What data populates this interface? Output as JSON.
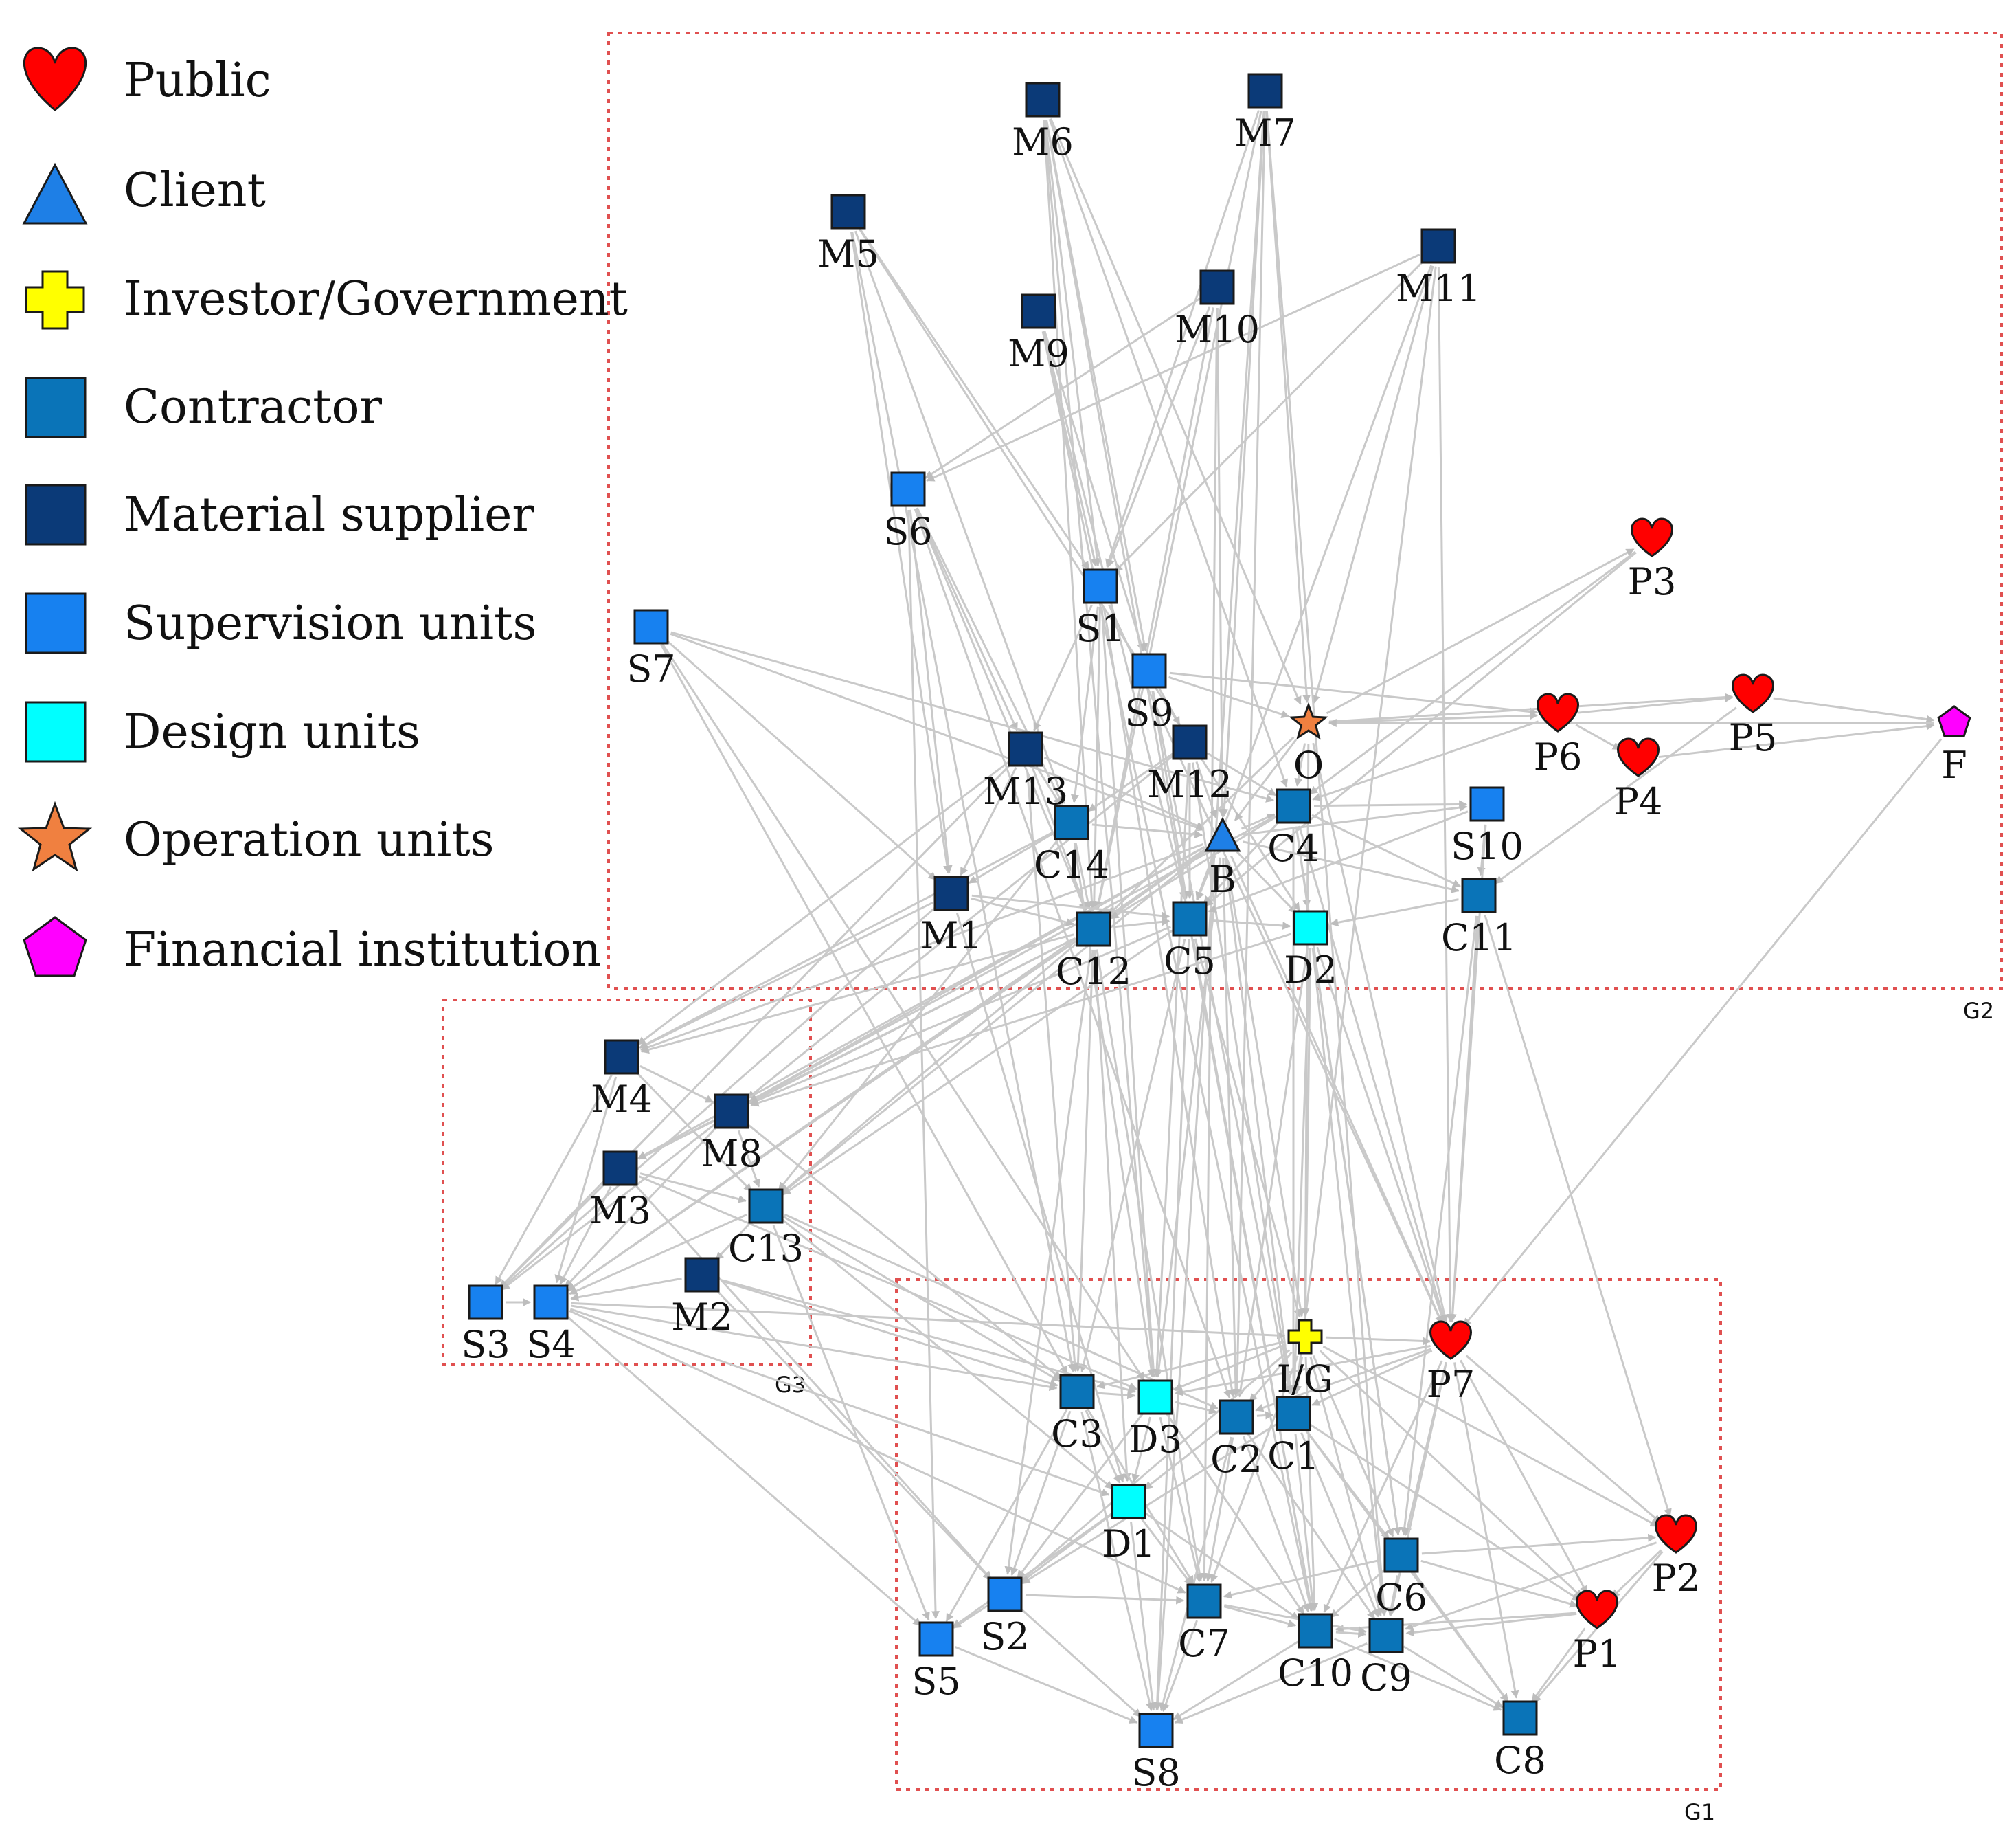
{
  "legend": [
    {
      "label": "Public",
      "icon": "heart-icon",
      "color": "#ff0000"
    },
    {
      "label": "Client",
      "icon": "triangle-icon",
      "color": "#1e7fe6"
    },
    {
      "label": "Investor/Government",
      "icon": "cross-icon",
      "color": "#ffff00"
    },
    {
      "label": "Contractor",
      "icon": "square-icon",
      "color": "#0a74b8"
    },
    {
      "label": "Material supplier",
      "icon": "square-icon",
      "color": "#0b3a78"
    },
    {
      "label": "Supervision units",
      "icon": "square-icon",
      "color": "#1781f0"
    },
    {
      "label": "Design units",
      "icon": "square-icon",
      "color": "#00ffff"
    },
    {
      "label": "Operation units",
      "icon": "star-icon",
      "color": "#f08040"
    },
    {
      "label": "Financial institution",
      "icon": "pentagon-icon",
      "color": "#ff00ff"
    }
  ],
  "groups": [
    {
      "id": "G2",
      "label": "G2"
    },
    {
      "id": "G3",
      "label": "G3"
    },
    {
      "id": "G1",
      "label": "G1"
    }
  ],
  "nodes": [
    {
      "id": "M6",
      "label": "M6",
      "type": "Material supplier"
    },
    {
      "id": "M7",
      "label": "M7",
      "type": "Material supplier"
    },
    {
      "id": "M5",
      "label": "M5",
      "type": "Material supplier"
    },
    {
      "id": "M11",
      "label": "M11",
      "type": "Material supplier"
    },
    {
      "id": "M9",
      "label": "M9",
      "type": "Material supplier"
    },
    {
      "id": "M10",
      "label": "M10",
      "type": "Material supplier"
    },
    {
      "id": "S6",
      "label": "S6",
      "type": "Supervision units"
    },
    {
      "id": "P3",
      "label": "P3",
      "type": "Public"
    },
    {
      "id": "S7",
      "label": "S7",
      "type": "Supervision units"
    },
    {
      "id": "S1",
      "label": "S1",
      "type": "Supervision units"
    },
    {
      "id": "S9",
      "label": "S9",
      "type": "Supervision units"
    },
    {
      "id": "O",
      "label": "O",
      "type": "Operation units"
    },
    {
      "id": "P6",
      "label": "P6",
      "type": "Public"
    },
    {
      "id": "P5",
      "label": "P5",
      "type": "Public"
    },
    {
      "id": "F",
      "label": "F",
      "type": "Financial institution"
    },
    {
      "id": "M13",
      "label": "M13",
      "type": "Material supplier"
    },
    {
      "id": "M12",
      "label": "M12",
      "type": "Material supplier"
    },
    {
      "id": "P4",
      "label": "P4",
      "type": "Public"
    },
    {
      "id": "C14",
      "label": "C14",
      "type": "Contractor"
    },
    {
      "id": "B",
      "label": "B",
      "type": "Client"
    },
    {
      "id": "C4",
      "label": "C4",
      "type": "Contractor"
    },
    {
      "id": "S10",
      "label": "S10",
      "type": "Supervision units"
    },
    {
      "id": "M1",
      "label": "M1",
      "type": "Material supplier"
    },
    {
      "id": "C11",
      "label": "C11",
      "type": "Contractor"
    },
    {
      "id": "C12",
      "label": "C12",
      "type": "Contractor"
    },
    {
      "id": "C5",
      "label": "C5",
      "type": "Contractor"
    },
    {
      "id": "D2",
      "label": "D2",
      "type": "Design units"
    },
    {
      "id": "M4",
      "label": "M4",
      "type": "Material supplier"
    },
    {
      "id": "M8",
      "label": "M8",
      "type": "Material supplier"
    },
    {
      "id": "M3",
      "label": "M3",
      "type": "Material supplier"
    },
    {
      "id": "C13",
      "label": "C13",
      "type": "Contractor"
    },
    {
      "id": "M2",
      "label": "M2",
      "type": "Material supplier"
    },
    {
      "id": "S3",
      "label": "S3",
      "type": "Supervision units"
    },
    {
      "id": "S4",
      "label": "S4",
      "type": "Supervision units"
    },
    {
      "id": "IG",
      "label": "I/G",
      "type": "Investor/Government"
    },
    {
      "id": "P7",
      "label": "P7",
      "type": "Public"
    },
    {
      "id": "C3",
      "label": "C3",
      "type": "Contractor"
    },
    {
      "id": "D3",
      "label": "D3",
      "type": "Design units"
    },
    {
      "id": "C2",
      "label": "C2",
      "type": "Contractor"
    },
    {
      "id": "C1",
      "label": "C1",
      "type": "Contractor"
    },
    {
      "id": "D1",
      "label": "D1",
      "type": "Design units"
    },
    {
      "id": "P2",
      "label": "P2",
      "type": "Public"
    },
    {
      "id": "C6",
      "label": "C6",
      "type": "Contractor"
    },
    {
      "id": "P1",
      "label": "P1",
      "type": "Public"
    },
    {
      "id": "S2",
      "label": "S2",
      "type": "Supervision units"
    },
    {
      "id": "C7",
      "label": "C7",
      "type": "Contractor"
    },
    {
      "id": "S5",
      "label": "S5",
      "type": "Supervision units"
    },
    {
      "id": "C10",
      "label": "C10",
      "type": "Contractor"
    },
    {
      "id": "C9",
      "label": "C9",
      "type": "Contractor"
    },
    {
      "id": "S8",
      "label": "S8",
      "type": "Supervision units"
    },
    {
      "id": "C8",
      "label": "C8",
      "type": "Contractor"
    }
  ],
  "edges": [
    [
      "M6",
      "S1"
    ],
    [
      "M6",
      "C12"
    ],
    [
      "M6",
      "D3"
    ],
    [
      "M6",
      "O"
    ],
    [
      "M6",
      "C4"
    ],
    [
      "M6",
      "S9"
    ],
    [
      "M7",
      "S1"
    ],
    [
      "M7",
      "C12"
    ],
    [
      "M7",
      "C2"
    ],
    [
      "M7",
      "O"
    ],
    [
      "M7",
      "B"
    ],
    [
      "M7",
      "S8"
    ],
    [
      "M5",
      "S1"
    ],
    [
      "M5",
      "C14"
    ],
    [
      "M5",
      "M1"
    ],
    [
      "M5",
      "C3"
    ],
    [
      "M5",
      "D2"
    ],
    [
      "M11",
      "S6"
    ],
    [
      "M11",
      "O"
    ],
    [
      "M11",
      "C5"
    ],
    [
      "M11",
      "C1"
    ],
    [
      "M11",
      "S1"
    ],
    [
      "M9",
      "S1"
    ],
    [
      "M9",
      "S9"
    ],
    [
      "M9",
      "C10"
    ],
    [
      "M9",
      "C5"
    ],
    [
      "M10",
      "S6"
    ],
    [
      "M10",
      "C12"
    ],
    [
      "M10",
      "B"
    ],
    [
      "M10",
      "S1"
    ],
    [
      "M10",
      "C7"
    ],
    [
      "S6",
      "M13"
    ],
    [
      "S6",
      "C14"
    ],
    [
      "S6",
      "M1"
    ],
    [
      "S6",
      "S5"
    ],
    [
      "S6",
      "C12"
    ],
    [
      "S7",
      "M1"
    ],
    [
      "S7",
      "C4"
    ],
    [
      "S7",
      "B"
    ],
    [
      "S7",
      "C3"
    ],
    [
      "S1",
      "M13"
    ],
    [
      "S1",
      "C14"
    ],
    [
      "S1",
      "C12"
    ],
    [
      "S1",
      "D3"
    ],
    [
      "S1",
      "P7"
    ],
    [
      "S9",
      "M12"
    ],
    [
      "S9",
      "O"
    ],
    [
      "S9",
      "C5"
    ],
    [
      "S9",
      "P6"
    ],
    [
      "O",
      "P6"
    ],
    [
      "O",
      "P5"
    ],
    [
      "O",
      "P3"
    ],
    [
      "O",
      "B"
    ],
    [
      "O",
      "C4"
    ],
    [
      "O",
      "C12"
    ],
    [
      "O",
      "IG"
    ],
    [
      "O",
      "P7"
    ],
    [
      "P6",
      "P5"
    ],
    [
      "P6",
      "P4"
    ],
    [
      "P5",
      "F"
    ],
    [
      "P4",
      "F"
    ],
    [
      "P6",
      "C4"
    ],
    [
      "P5",
      "C11"
    ],
    [
      "P3",
      "C4"
    ],
    [
      "P3",
      "C5"
    ],
    [
      "F",
      "P7"
    ],
    [
      "F",
      "O"
    ],
    [
      "M13",
      "C14"
    ],
    [
      "M13",
      "M1"
    ],
    [
      "M13",
      "C12"
    ],
    [
      "M13",
      "B"
    ],
    [
      "M13",
      "M4"
    ],
    [
      "M13",
      "S3"
    ],
    [
      "M12",
      "B"
    ],
    [
      "M12",
      "C4"
    ],
    [
      "M12",
      "C14"
    ],
    [
      "M12",
      "C5"
    ],
    [
      "M12",
      "M8"
    ],
    [
      "M12",
      "C1"
    ],
    [
      "C14",
      "B"
    ],
    [
      "C14",
      "M1"
    ],
    [
      "C14",
      "C12"
    ],
    [
      "C14",
      "M4"
    ],
    [
      "C14",
      "C13"
    ],
    [
      "B",
      "C4"
    ],
    [
      "B",
      "C5"
    ],
    [
      "B",
      "C12"
    ],
    [
      "B",
      "D2"
    ],
    [
      "B",
      "S10"
    ],
    [
      "B",
      "C11"
    ],
    [
      "B",
      "M4"
    ],
    [
      "B",
      "M8"
    ],
    [
      "B",
      "M3"
    ],
    [
      "B",
      "C13"
    ],
    [
      "B",
      "IG"
    ],
    [
      "B",
      "D3"
    ],
    [
      "B",
      "C2"
    ],
    [
      "B",
      "C1"
    ],
    [
      "B",
      "P7"
    ],
    [
      "B",
      "S4"
    ],
    [
      "C4",
      "S10"
    ],
    [
      "C4",
      "C11"
    ],
    [
      "C4",
      "D2"
    ],
    [
      "C4",
      "C12"
    ],
    [
      "C4",
      "C5"
    ],
    [
      "C4",
      "P7"
    ],
    [
      "C4",
      "C6"
    ],
    [
      "C4",
      "C1"
    ],
    [
      "C4",
      "M8"
    ],
    [
      "S10",
      "C11"
    ],
    [
      "S10",
      "C5"
    ],
    [
      "S10",
      "P7"
    ],
    [
      "M1",
      "C12"
    ],
    [
      "M1",
      "C5"
    ],
    [
      "M1",
      "M4"
    ],
    [
      "M1",
      "S3"
    ],
    [
      "C11",
      "D2"
    ],
    [
      "C11",
      "P7"
    ],
    [
      "C11",
      "C6"
    ],
    [
      "C11",
      "P2"
    ],
    [
      "C12",
      "C5"
    ],
    [
      "C12",
      "M4"
    ],
    [
      "C12",
      "M8"
    ],
    [
      "C12",
      "M3"
    ],
    [
      "C12",
      "C13"
    ],
    [
      "C12",
      "S4"
    ],
    [
      "C12",
      "C3"
    ],
    [
      "C12",
      "D1"
    ],
    [
      "C12",
      "S2"
    ],
    [
      "C12",
      "C7"
    ],
    [
      "C5",
      "D2"
    ],
    [
      "C5",
      "M8"
    ],
    [
      "C5",
      "C13"
    ],
    [
      "C5",
      "IG"
    ],
    [
      "C5",
      "C3"
    ],
    [
      "C5",
      "S8"
    ],
    [
      "C5",
      "C10"
    ],
    [
      "D2",
      "IG"
    ],
    [
      "D2",
      "C1"
    ],
    [
      "D2",
      "C2"
    ],
    [
      "D2",
      "C6"
    ],
    [
      "D2",
      "C9"
    ],
    [
      "D2",
      "M8"
    ],
    [
      "D2",
      "P7"
    ],
    [
      "M4",
      "S3"
    ],
    [
      "M4",
      "S4"
    ],
    [
      "M4",
      "M8"
    ],
    [
      "M4",
      "C13"
    ],
    [
      "M8",
      "S3"
    ],
    [
      "M8",
      "S4"
    ],
    [
      "M8",
      "C13"
    ],
    [
      "M8",
      "M3"
    ],
    [
      "M8",
      "C3"
    ],
    [
      "M3",
      "S3"
    ],
    [
      "M3",
      "S4"
    ],
    [
      "M3",
      "C13"
    ],
    [
      "M3",
      "D3"
    ],
    [
      "M3",
      "S2"
    ],
    [
      "C13",
      "S4"
    ],
    [
      "C13",
      "M2"
    ],
    [
      "C13",
      "C3"
    ],
    [
      "C13",
      "D1"
    ],
    [
      "C13",
      "S5"
    ],
    [
      "C13",
      "C2"
    ],
    [
      "M2",
      "S4"
    ],
    [
      "M2",
      "C3"
    ],
    [
      "M2",
      "D3"
    ],
    [
      "M2",
      "S2"
    ],
    [
      "S3",
      "S4"
    ],
    [
      "S4",
      "C3"
    ],
    [
      "S4",
      "S5"
    ],
    [
      "S4",
      "D1"
    ],
    [
      "S4",
      "C7"
    ],
    [
      "S4",
      "IG"
    ],
    [
      "IG",
      "P7"
    ],
    [
      "IG",
      "C1"
    ],
    [
      "IG",
      "C2"
    ],
    [
      "IG",
      "D3"
    ],
    [
      "IG",
      "C3"
    ],
    [
      "IG",
      "C6"
    ],
    [
      "IG",
      "C10"
    ],
    [
      "IG",
      "C9"
    ],
    [
      "IG",
      "P2"
    ],
    [
      "IG",
      "P1"
    ],
    [
      "IG",
      "S2"
    ],
    [
      "IG",
      "C7"
    ],
    [
      "P7",
      "C1"
    ],
    [
      "P7",
      "C6"
    ],
    [
      "P7",
      "P2"
    ],
    [
      "P7",
      "P1"
    ],
    [
      "P7",
      "C10"
    ],
    [
      "P7",
      "C9"
    ],
    [
      "P7",
      "C8"
    ],
    [
      "P7",
      "D3"
    ],
    [
      "P7",
      "C2"
    ],
    [
      "C3",
      "D3"
    ],
    [
      "C3",
      "D1"
    ],
    [
      "C3",
      "S2"
    ],
    [
      "C3",
      "S5"
    ],
    [
      "C3",
      "C7"
    ],
    [
      "C3",
      "S8"
    ],
    [
      "D3",
      "C2"
    ],
    [
      "D3",
      "D1"
    ],
    [
      "D3",
      "C7"
    ],
    [
      "D3",
      "C10"
    ],
    [
      "D3",
      "S2"
    ],
    [
      "C2",
      "C1"
    ],
    [
      "C2",
      "C10"
    ],
    [
      "C2",
      "C7"
    ],
    [
      "C2",
      "C9"
    ],
    [
      "C2",
      "D1"
    ],
    [
      "C2",
      "S8"
    ],
    [
      "C1",
      "C6"
    ],
    [
      "C1",
      "C10"
    ],
    [
      "C1",
      "C9"
    ],
    [
      "C1",
      "C8"
    ],
    [
      "C1",
      "P1"
    ],
    [
      "C1",
      "S2"
    ],
    [
      "D1",
      "S2"
    ],
    [
      "D1",
      "S5"
    ],
    [
      "D1",
      "C7"
    ],
    [
      "D1",
      "S8"
    ],
    [
      "D1",
      "C10"
    ],
    [
      "C6",
      "P2"
    ],
    [
      "C6",
      "P1"
    ],
    [
      "C6",
      "C9"
    ],
    [
      "C6",
      "C10"
    ],
    [
      "C6",
      "C8"
    ],
    [
      "C6",
      "C7"
    ],
    [
      "P2",
      "P1"
    ],
    [
      "P2",
      "C8"
    ],
    [
      "P2",
      "C9"
    ],
    [
      "P1",
      "C8"
    ],
    [
      "P1",
      "C9"
    ],
    [
      "P1",
      "C10"
    ],
    [
      "S2",
      "S5"
    ],
    [
      "S2",
      "C7"
    ],
    [
      "S2",
      "S8"
    ],
    [
      "C7",
      "C10"
    ],
    [
      "C7",
      "S8"
    ],
    [
      "C7",
      "C9"
    ],
    [
      "C10",
      "C9"
    ],
    [
      "C10",
      "S8"
    ],
    [
      "C10",
      "C8"
    ],
    [
      "C9",
      "C8"
    ],
    [
      "C9",
      "S8"
    ],
    [
      "S5",
      "S8"
    ],
    [
      "C14",
      "D3"
    ],
    [
      "M13",
      "C3"
    ],
    [
      "M12",
      "D3"
    ],
    [
      "M1",
      "D1"
    ],
    [
      "S1",
      "C2"
    ],
    [
      "S9",
      "C1"
    ],
    [
      "M6",
      "C10"
    ],
    [
      "M7",
      "C9"
    ],
    [
      "M11",
      "P7"
    ],
    [
      "S7",
      "D3"
    ],
    [
      "S6",
      "C2"
    ]
  ]
}
